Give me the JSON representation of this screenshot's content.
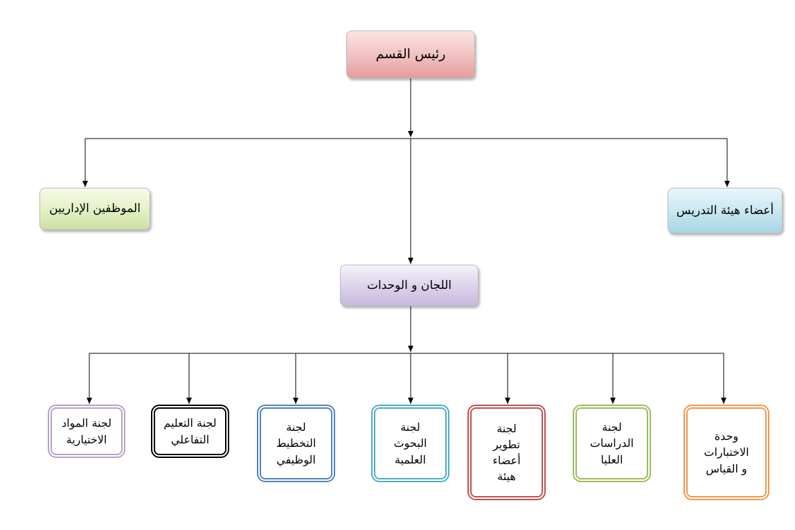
{
  "chart_title": "",
  "head": {
    "label": "رئيس القسم"
  },
  "admin": {
    "label": "الموظفين الإداريين"
  },
  "faculty": {
    "label": "أعضاء هيئة التدريس"
  },
  "committees": {
    "label": "اللجان و الوحدات"
  },
  "units": [
    {
      "label": "لجنة المواد\nالاختيارية",
      "border_color": "#b3a2c7"
    },
    {
      "label": "لجنة التعليم\nالتفاعلي",
      "border_color": "#000000"
    },
    {
      "label": "لجنة\nالتخطيط\nالوظيفي",
      "border_color": "#4f81bd"
    },
    {
      "label": "لجنة\nالبحوث\nالعلمية",
      "border_color": "#4bacc6"
    },
    {
      "label": "لجنة\nتطوير\nأعضاء\nهيئة",
      "border_color": "#c0504d"
    },
    {
      "label": "لجنة\nالدراسات\nالعليا",
      "border_color": "#9bbb59"
    },
    {
      "label": "وحدة\nالاختبارات\nو القياس",
      "border_color": "#f79646"
    }
  ],
  "colors": {
    "connector": "#000000",
    "head_fill": "#f0c0c0",
    "admin_fill": "#e3efc4",
    "faculty_fill": "#c6e6f0",
    "committees_fill": "#dcd1ea"
  }
}
